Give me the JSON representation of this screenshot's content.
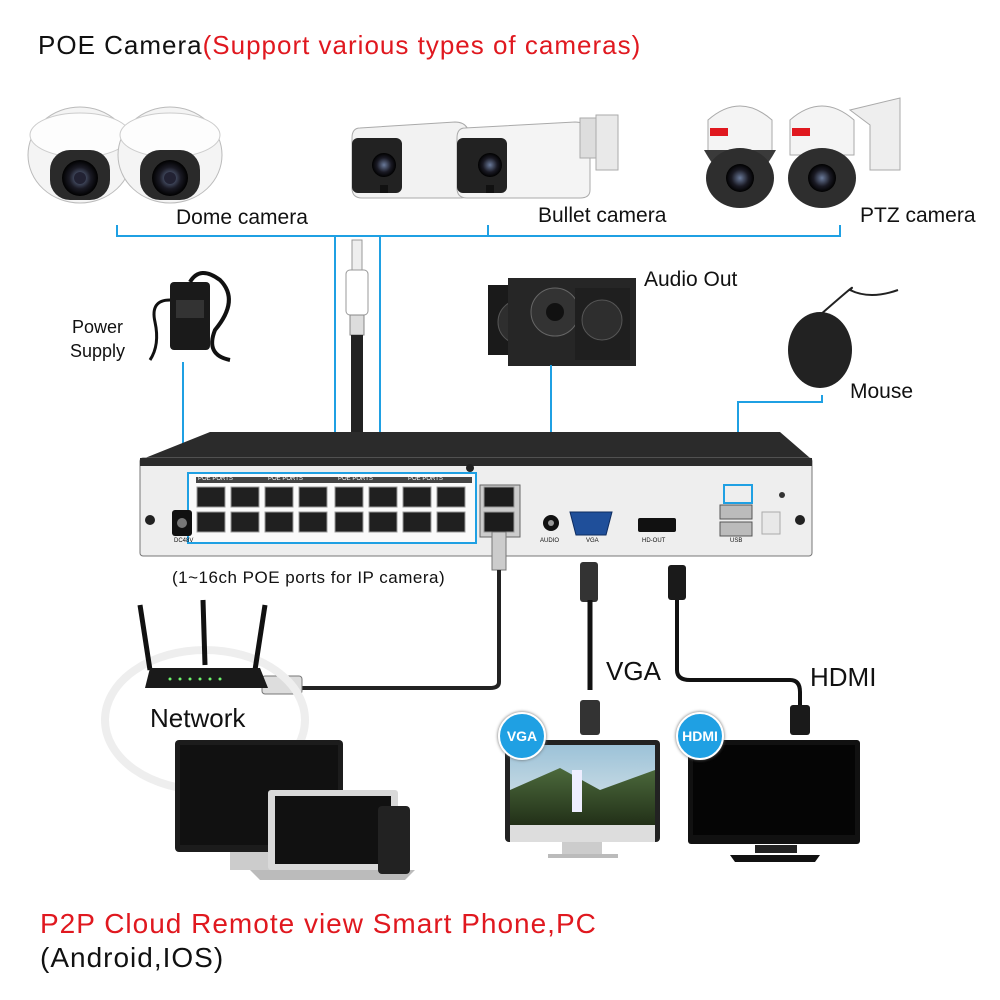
{
  "title": {
    "main": "POE Camera",
    "highlight": "(Support various types of cameras)"
  },
  "cameras": {
    "dome": "Dome camera",
    "bullet": "Bullet camera",
    "ptz": "PTZ camera"
  },
  "peripherals": {
    "power_line1": "Power",
    "power_line2": "Supply",
    "audio": "Audio Out",
    "mouse": "Mouse"
  },
  "nvr": {
    "poe_port_group": "POE PORTS",
    "dc_label": "DC48V",
    "audio_port": "AUDIO",
    "vga_port": "VGA",
    "hdmi_port": "HD-OUT",
    "usb_port": "USB",
    "ports_caption": "(1~16ch POE ports for IP camera)"
  },
  "outputs": {
    "network": "Network",
    "vga": "VGA",
    "hdmi": "HDMI",
    "vga_badge": "VGA",
    "hdmi_badge": "HDMI"
  },
  "footer": {
    "line1": "P2P Cloud Remote view Smart Phone,PC",
    "line2": "(Android,IOS)"
  },
  "colors": {
    "accent_red": "#e0181f",
    "connector_blue": "#1fa0e3",
    "nvr_body": "#2b2b2b"
  }
}
